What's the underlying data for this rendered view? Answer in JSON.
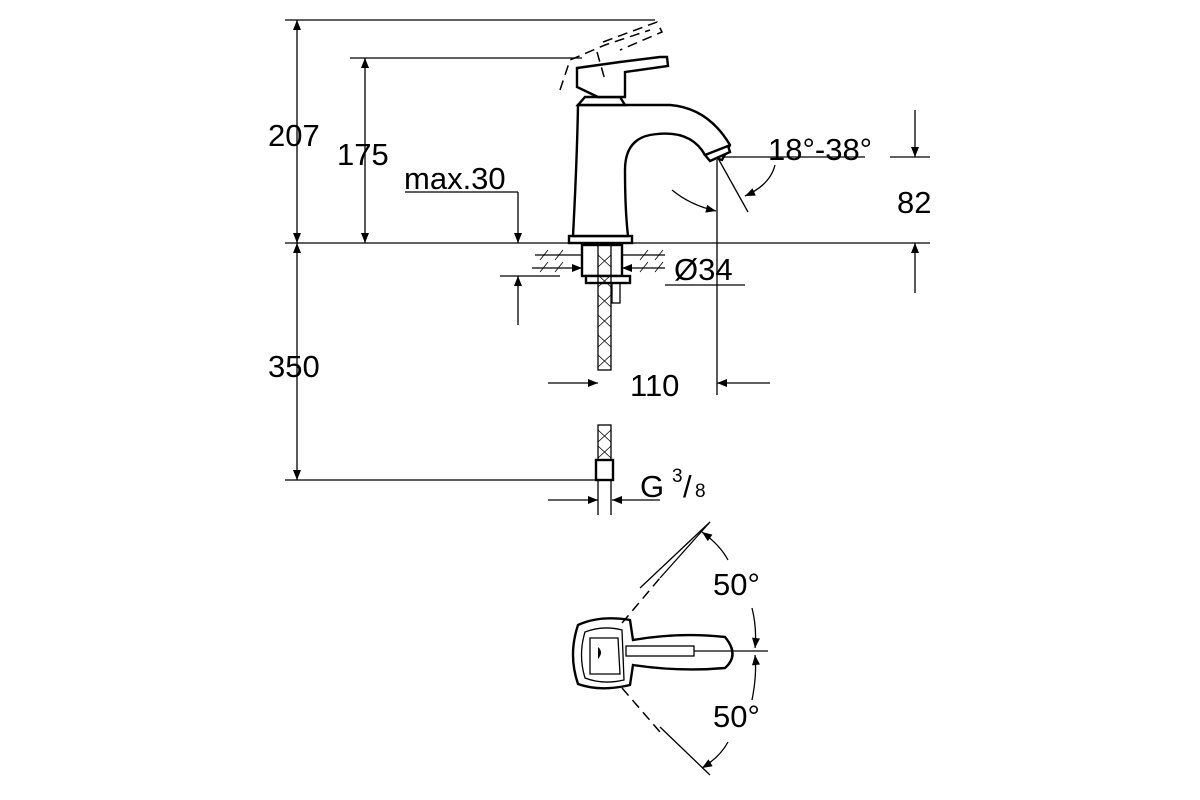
{
  "drawing": {
    "dimensions": {
      "total_height": "207",
      "handle_height": "175",
      "max_thickness": "max.30",
      "spout_angle": "18°-38°",
      "spout_height": "82",
      "hole_diameter": "Ø34",
      "projection": "110",
      "hose_length": "350",
      "connection_main": "G",
      "connection_num": "3",
      "connection_den": "8",
      "rotation_left": "50°",
      "rotation_right": "50°"
    }
  }
}
